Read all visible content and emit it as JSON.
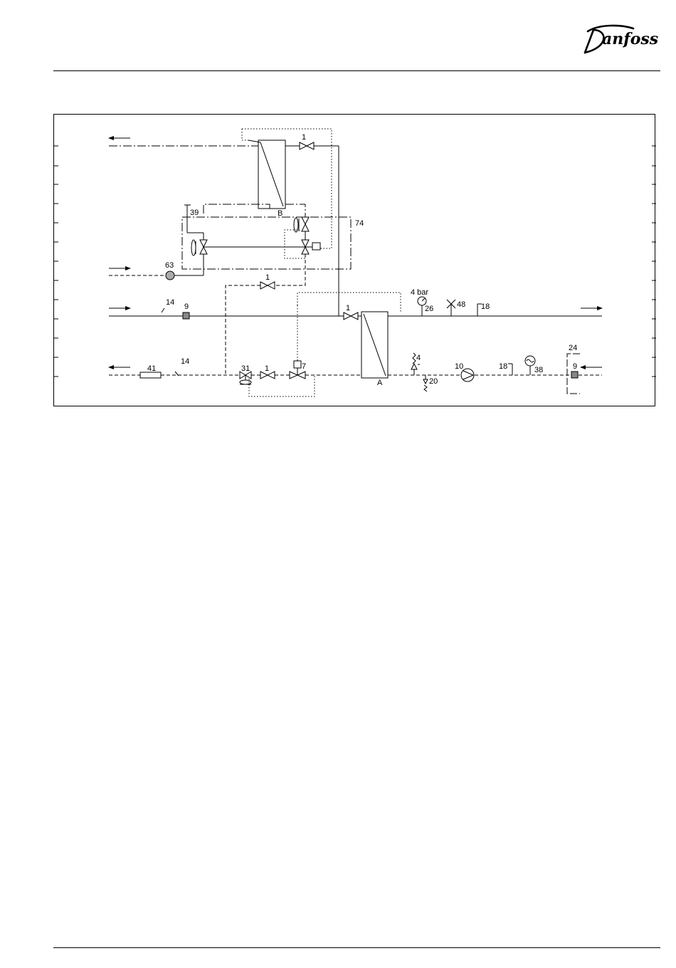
{
  "header": {
    "logo_text": "Danfoss"
  },
  "diagram": {
    "labels": {
      "valve_1_top": "1",
      "exchanger_b": "B",
      "item_39": "39",
      "item_74": "74",
      "item_63": "63",
      "valve_1_mid": "1",
      "item_14_top": "14",
      "item_9_left": "9",
      "valve_1_right": "1",
      "pressure_4bar": "4 bar",
      "item_26": "26",
      "item_48": "48",
      "item_18_top": "18",
      "item_14_bottom": "14",
      "item_41": "41",
      "item_31": "31",
      "valve_1_bottom": "1",
      "item_7": "7",
      "exchanger_a": "A",
      "item_4": "4",
      "item_20": "20",
      "item_10": "10",
      "item_18_bottom": "18",
      "item_38": "38",
      "item_24": "24",
      "item_9_right": "9"
    }
  }
}
